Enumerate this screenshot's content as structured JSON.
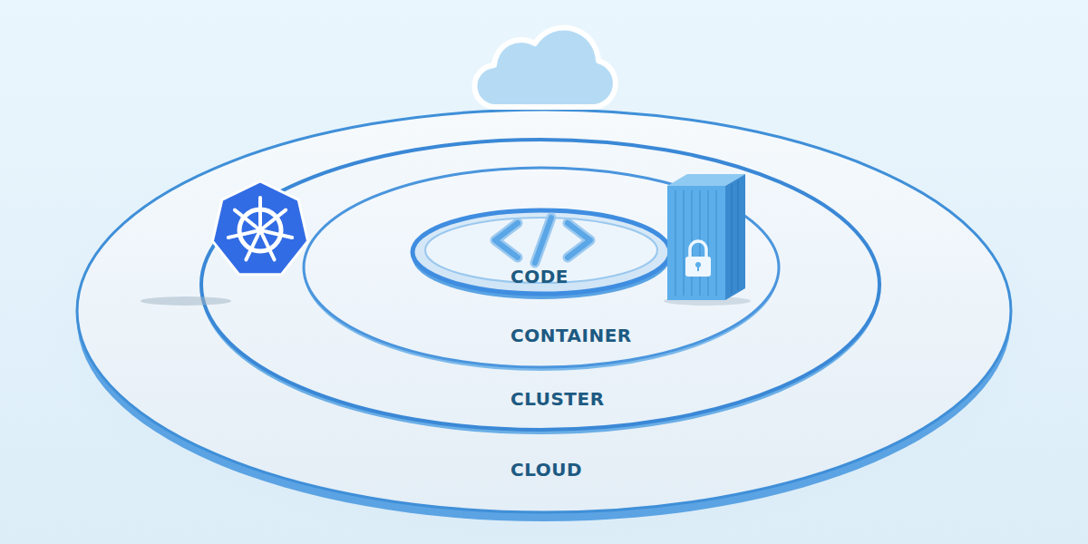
{
  "diagram": {
    "nodes": [
      {
        "text": [
          "CLOUD"
        ]
      },
      {
        "text": [
          "CLUSTER"
        ],
        "in": 0
      },
      {
        "text": [
          "CONTAINER"
        ],
        "in": 1
      },
      {
        "text": [
          "CODE"
        ],
        "in": 2
      }
    ]
  }
}
